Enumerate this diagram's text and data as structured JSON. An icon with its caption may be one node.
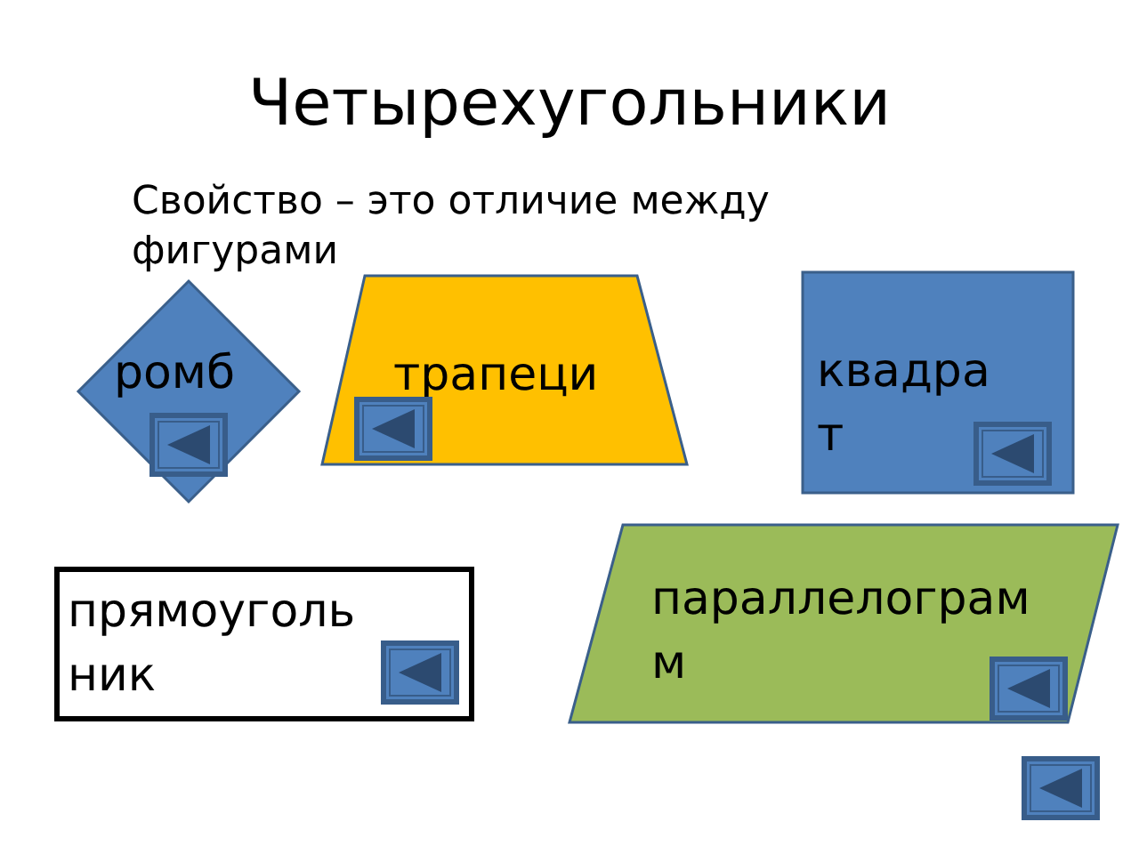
{
  "diagram": {
    "title": "Четырехугольники",
    "nodes": [
      {
        "text": [
          "ромб"
        ]
      },
      {
        "text": [
          "трапеци"
        ]
      },
      {
        "text": [
          "квадрат"
        ]
      },
      {
        "text": [
          "прямоугольник"
        ]
      },
      {
        "text": [
          "параллелограмм"
        ]
      }
    ],
    "labels": [
      "Свойство – это отличие между фигурами"
    ]
  }
}
